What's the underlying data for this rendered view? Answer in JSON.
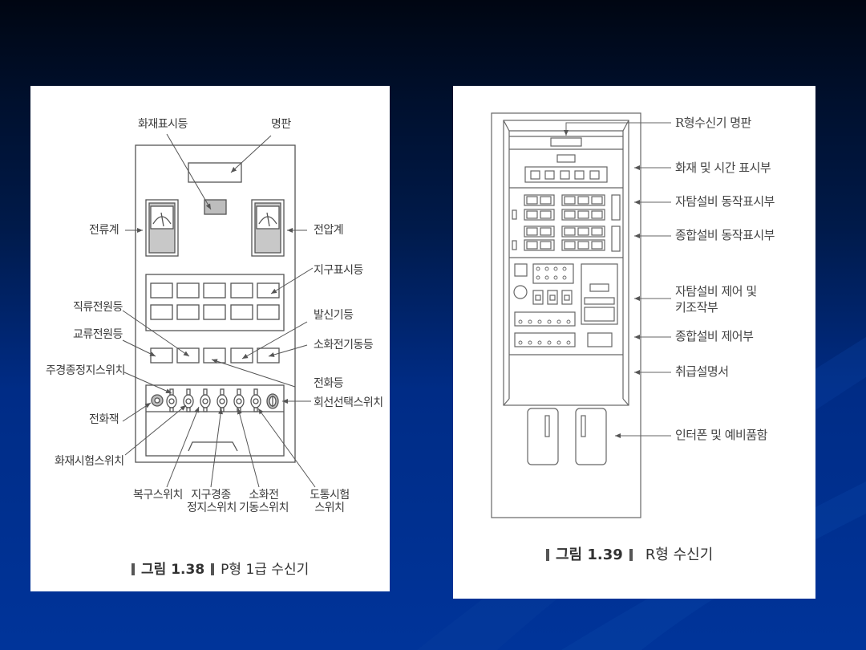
{
  "slide": {
    "background_colors": [
      "#000612",
      "#00349a"
    ]
  },
  "figure_left": {
    "caption": {
      "number": "그림 1.38",
      "title": "P형 1급 수신기"
    },
    "labels": {
      "fire_indicator_lamp": "화재표시등",
      "nameplate": "명판",
      "ammeter": "전류계",
      "voltmeter": "전압계",
      "zone_indicator_lamp": "지구표시등",
      "dc_power_lamp": "직류전원등",
      "transmitter_lamp": "발신기등",
      "ac_power_lamp": "교류전원등",
      "fire_pump_start_lamp": "소화전기동등",
      "main_bell_stop_switch": "주경종정지스위치",
      "phone_lamp": "전화등",
      "line_select_switch": "회선선택스위치",
      "phone_jack": "전화잭",
      "fire_test_switch": "화재시험스위치",
      "reset_switch": "복구스위치",
      "zone_bell_stop_switch_1": "지구경종",
      "zone_bell_stop_switch_2": "정지스위치",
      "hydrant_start_switch_1": "소화전",
      "hydrant_start_switch_2": "기동스위치",
      "continuity_test_switch_1": "도통시험",
      "continuity_test_switch_2": "스위치"
    }
  },
  "figure_right": {
    "caption": {
      "number": "그림 1.39",
      "title": "R형 수신기"
    },
    "labels": {
      "nameplate": "R형수신기 명판",
      "fire_time_display": "화재 및 시간 표시부",
      "auto_detect_status": "자탐설비 동작표시부",
      "integrated_status": "종합설비 동작표시부",
      "auto_detect_control_1": "자탐설비 제어 및",
      "auto_detect_control_2": "키조작부",
      "integrated_control": "종합설비 제어부",
      "manual": "취급설명서",
      "interphone_spares": "인터폰 및 예비품함"
    }
  }
}
